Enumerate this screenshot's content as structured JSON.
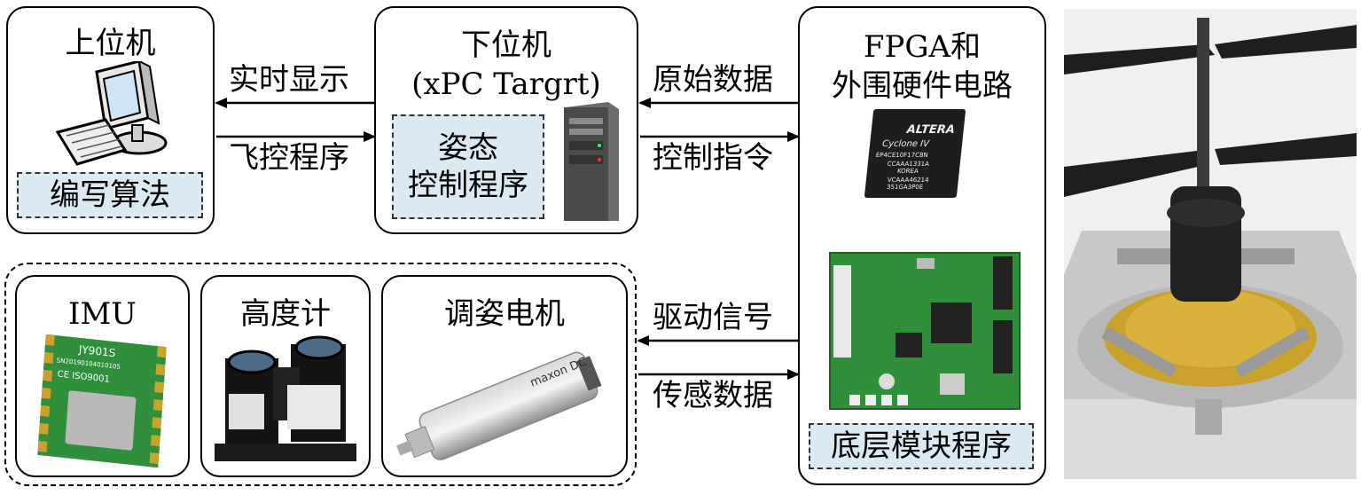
{
  "host": {
    "title": "上位机",
    "code_label": "编写算法"
  },
  "target": {
    "title_line1": "下位机",
    "title_line2": "(xPC Targrt)",
    "code_line1": "姿态",
    "code_line2": "控制程序"
  },
  "fpga": {
    "title_line1": "FPGA和",
    "title_line2": "外围硬件电路",
    "code_label": "底层模块程序",
    "chip_brand": "ALTERA",
    "chip_family": "Cyclone IV",
    "chip_text": [
      "EP4CE10F17C8N",
      "CCAAA1331A",
      "KOREA",
      "VCAAA46214",
      "351GA3P0E"
    ]
  },
  "devices": {
    "imu": {
      "title": "IMU",
      "model": "JY901S",
      "serial": "SN20190104010105",
      "cert": "CE ISO9001"
    },
    "altimeter": {
      "title": "高度计"
    },
    "motor": {
      "title": "调姿电机",
      "brand": "maxon DC"
    }
  },
  "arrows": {
    "realtime_display": "实时显示",
    "flight_program": "飞控程序",
    "raw_data": "原始数据",
    "control_cmd": "控制指令",
    "drive_signal": "驱动信号",
    "sensor_data": "传感数据"
  },
  "colors": {
    "code_bg": "#dbeaf2",
    "pcb": "#2f8f3a",
    "chip": "#1d1d1f",
    "gold": "#c9a22c"
  }
}
